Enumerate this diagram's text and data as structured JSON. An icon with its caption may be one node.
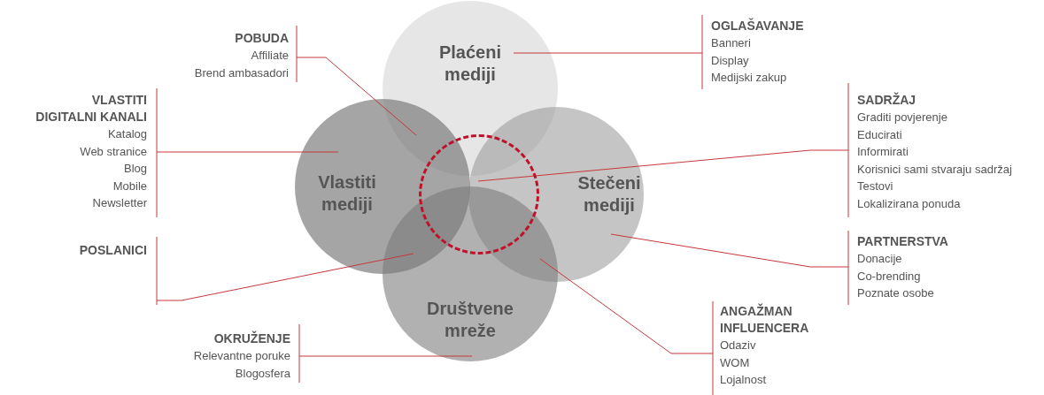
{
  "diagram": {
    "nodes": [
      {
        "text": [
          "Plaćeni mediji"
        ]
      },
      {
        "text": [
          "Vlastiti mediji"
        ]
      },
      {
        "text": [
          "Stečeni mediji"
        ]
      },
      {
        "text": [
          "Društvene mreže"
        ]
      },
      {
        "text": [],
        "shape": "circle"
      },
      {
        "text": [
          "POBUDA",
          "Affiliate",
          "Brend ambasadori"
        ]
      },
      {
        "text": [
          "OGLAŠAVANJE",
          "Banneri",
          "Display",
          "Medijski zakup"
        ]
      },
      {
        "text": [
          "VLASTITI DIGITALNI KANALI",
          "Katalog",
          "Web stranice",
          "Blog",
          "Mobile",
          "Newsletter"
        ]
      },
      {
        "text": [
          "SADRŽAJ",
          "Graditi povjerenje",
          "Educirati",
          "Informirati",
          "Korisnici sami stvaraju sadržaj",
          "Testovi",
          "Lokalizirana ponuda"
        ]
      },
      {
        "text": [
          "POSLANICI"
        ]
      },
      {
        "text": [
          "PARTNERSTVA",
          "Donacije",
          "Co-brending",
          "Poznate osobe"
        ]
      },
      {
        "text": [
          "OKRUŽENJE",
          "Relevantne poruke",
          "Blogosfera"
        ]
      },
      {
        "text": [
          "ANGAŽMAN INFLUENCERA",
          "Odaziv",
          "WOM",
          "Lojalnost"
        ]
      }
    ],
    "edges": [
      {
        "from": 5,
        "to": 0,
        "arrow": "none"
      },
      {
        "from": 6,
        "to": 0,
        "arrow": "none"
      },
      {
        "from": 7,
        "to": 1,
        "arrow": "none"
      },
      {
        "from": 8,
        "to": 4,
        "arrow": "none"
      },
      {
        "from": 9,
        "to": 1,
        "arrow": "none"
      },
      {
        "from": 10,
        "to": 2,
        "arrow": "none"
      },
      {
        "from": 11,
        "to": 3,
        "arrow": "none"
      },
      {
        "from": 12,
        "to": 2,
        "arrow": "none"
      }
    ]
  }
}
